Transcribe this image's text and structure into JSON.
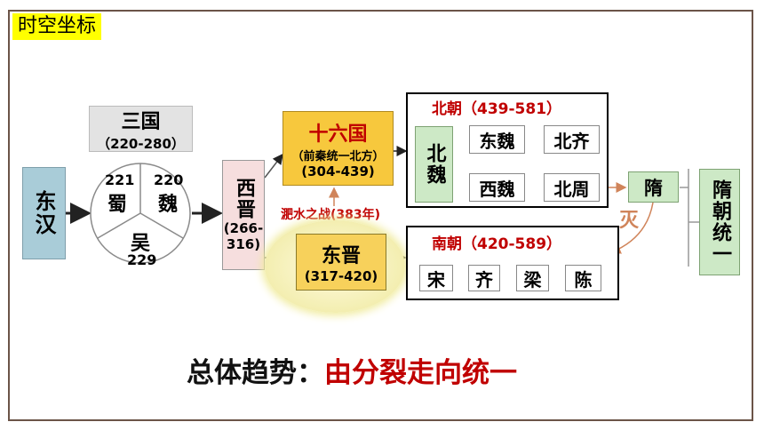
{
  "tag": "时空坐标",
  "donghan": "东汉",
  "sanguo": {
    "title": "三国",
    "years": "（220-280）",
    "shu": "蜀",
    "shu_year": "221",
    "wei": "魏",
    "wei_year": "220",
    "wu": "吴",
    "wu_year": "229"
  },
  "xijin": {
    "name": "西晋",
    "years": "(266-316)"
  },
  "shiliuguo": {
    "title": "十六国",
    "sub": "（前秦统一北方）",
    "years": "(304-439)"
  },
  "feishui": "淝水之战(383年)",
  "dongjin": {
    "name": "东晋",
    "years": "(317-420)"
  },
  "beichao": {
    "title": "北朝（439-581）",
    "beiwei": "北魏",
    "dongwei": "东魏",
    "beiqi": "北齐",
    "xiwei": "西魏",
    "beizhou": "北周"
  },
  "nanchao": {
    "title": "南朝（420-589）",
    "dynasties": [
      "宋",
      "齐",
      "梁",
      "陈"
    ]
  },
  "sui": "隋",
  "mie": "灭",
  "suitongyi": "隋朝统一",
  "trend_prefix": "总体趋势：",
  "trend_main": "由分裂走向统一",
  "colors": {
    "accent_red": "#c00000",
    "teal_box": "#a9ccd8",
    "pink_box": "#f6dede",
    "gold_box": "#f7c83d",
    "green_box": "#cde9c6",
    "arrow_orange": "#d0845a"
  }
}
